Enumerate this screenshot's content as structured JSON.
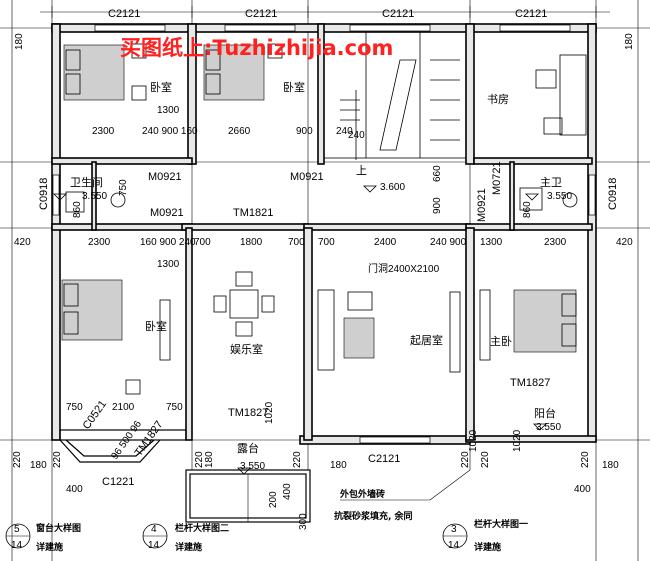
{
  "watermark": "买图纸上:Tuzhizhijia.com",
  "rooms": {
    "bedroom_top_left": "卧室",
    "bedroom_top_mid": "卧室",
    "study": "书房",
    "bath_left": "卫生间",
    "bath_right": "主卫",
    "bedroom_left": "卧室",
    "entertainment": "娱乐室",
    "living": "起居室",
    "master_bedroom": "主卧",
    "balcony_right": "阳台",
    "terrace": "露台"
  },
  "levels": {
    "hall": "3.600",
    "bath_left": "3.550",
    "bath_right": "3.550",
    "balcony": "3.550",
    "terrace": "3.550"
  },
  "codes": {
    "c2121_top1": "C2121",
    "c2121_top2": "C2121",
    "c2121_top3": "C2121",
    "c2121_top4": "C2121",
    "c2121_bottom": "C2121",
    "c1221": "C1221",
    "c0521": "C0521",
    "c0918_left": "C0918",
    "c0918_right": "C0918",
    "m0921_a": "M0921",
    "m0921_b": "M0921",
    "m0921_c": "M0921",
    "m0921_d": "M0921",
    "m0721": "M0721",
    "tm1821": "TM1821",
    "tm1827_a": "TM1827",
    "tm1827_b": "TM1827",
    "tm1827_c": "TM1827",
    "door_opening": "门洞2400X2100",
    "stair_up": "上"
  },
  "dims": {
    "top_2300": "2300",
    "top_240_900_160": "240 900 160",
    "top_2660": "2660",
    "top_900": "900",
    "top_240": "240",
    "top_1300": "1300",
    "mid_420_l": "420",
    "mid_2300": "2300",
    "mid_160_900_240": "160 900 240",
    "mid_700_a": "700",
    "mid_1800": "1800",
    "mid_700_b": "700",
    "mid_700_c": "700",
    "mid_2400": "2400",
    "mid_240_900": "240 900",
    "mid_1300": "1300",
    "mid_2300_r": "2300",
    "mid_420_r": "420",
    "mid_1300_b": "1300",
    "v_180_l": "180",
    "v_180_r": "180",
    "v_750": "750",
    "v_660": "660",
    "v_900": "900",
    "v_860_l": "860",
    "v_860_r": "860",
    "v_240": "240",
    "bot_750_l": "750",
    "bot_2100": "2100",
    "bot_750_r": "750",
    "bot_1020": "1020",
    "bot_96_500_96": "96 500 96",
    "bot_220_a": "220",
    "bot_180_a": "180",
    "bot_220_b": "220",
    "bot_220_c": "220",
    "bot_180_b": "180",
    "bot_220_d": "220",
    "bot_180_c": "180",
    "bot_220_e": "220",
    "bot_220_f": "220",
    "bot_180_d": "180",
    "bot_220_g": "220",
    "bot_400_a": "400",
    "bot_200": "200",
    "bot_400_b": "400",
    "bot_1020_b": "1020",
    "bot_1020_c": "1020",
    "bot_400_c": "400",
    "bot_300": "300"
  },
  "details": {
    "d5_num": "5",
    "d5_page": "14",
    "d5_title": "窗台大样图",
    "d5_sub": "详建施",
    "d4_num": "4",
    "d4_page": "14",
    "d4_title": "栏杆大样图二",
    "d4_sub": "详建施",
    "d3_num": "3",
    "d3_page": "14",
    "d3_title": "栏杆大样图一",
    "d3_sub": "详建施"
  },
  "notes": {
    "note1": "外包外墙砖",
    "note2": "抗裂砂浆填充, 余同"
  }
}
